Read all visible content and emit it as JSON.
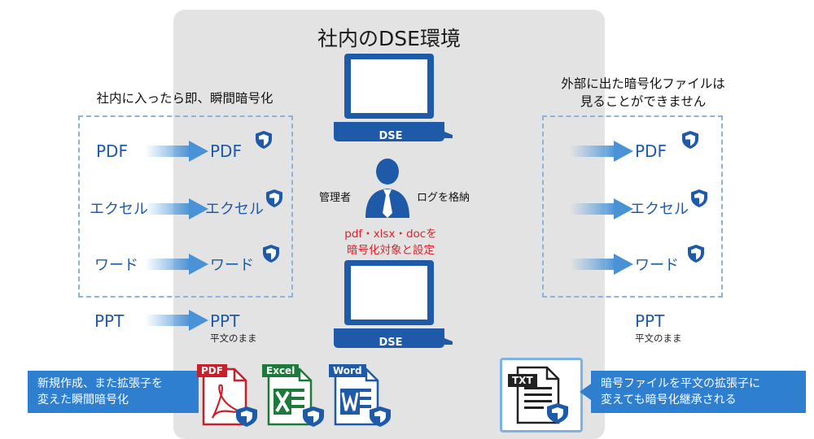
{
  "title": "社内のDSE環境",
  "left_heading": "社内に入ったら即、瞬間暗号化",
  "right_heading_line1": "外部に出た暗号化ファイルは",
  "right_heading_line2": "見ることができません",
  "left_rows": [
    {
      "source": "PDF",
      "result": "PDF"
    },
    {
      "source": "エクセル",
      "result": "エクセル"
    },
    {
      "source": "ワード",
      "result": "ワード"
    }
  ],
  "ppt_row": {
    "source": "PPT",
    "result": "PPT",
    "note": "平文のまま"
  },
  "right_rows": [
    {
      "result": "PDF"
    },
    {
      "result": "エクセル"
    },
    {
      "result": "ワード"
    }
  ],
  "right_ppt": {
    "result": "PPT",
    "note": "平文のまま"
  },
  "laptop_label": "DSE",
  "admin_label": "管理者",
  "log_label": "ログを格納",
  "config_line1": "pdf・xlsx・docを",
  "config_line2": "暗号化対象と設定",
  "callout_left_line1": "新規作成、また拡張子を",
  "callout_left_line2": "変えた瞬間暗号化",
  "callout_right_line1": "暗号ファイルを平文の拡張子に",
  "callout_right_line2": "変えても暗号化継承される",
  "file_badges": {
    "pdf": "PDF",
    "excel": "Excel",
    "word": "Word",
    "txt": "TXT"
  },
  "colors": {
    "accent_blue": "#1f5aa8",
    "callout_blue": "#2f7fd0",
    "panel_gray": "#e3e3e3",
    "red": "#e0202a",
    "dashed": "#8ab4dc"
  },
  "icons": [
    "shield-icon",
    "laptop-icon",
    "person-icon",
    "arrow-icon",
    "pdf-file-icon",
    "excel-file-icon",
    "word-file-icon",
    "txt-file-icon"
  ]
}
